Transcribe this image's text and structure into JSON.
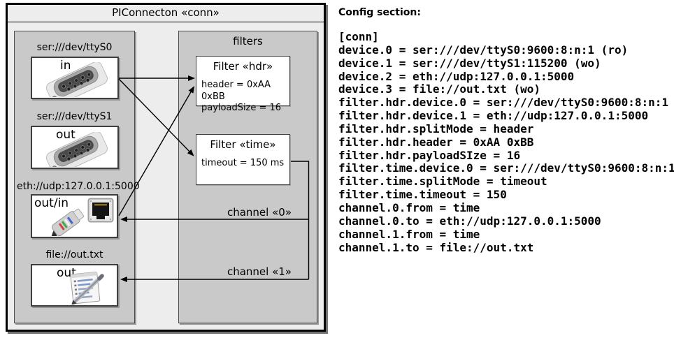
{
  "colors": {
    "outer_fill": "#ededed",
    "panel_fill": "#c9c9c9",
    "box_fill": "#ffffff",
    "border_dark": "#3f3f3f",
    "line_color": "#000000"
  },
  "diagram": {
    "title": "PIConnecton «conn»",
    "filters_panel_title": "filters",
    "devices": [
      {
        "label": "ser:///dev/ttyS0",
        "port": "in",
        "icon": "serial-connector"
      },
      {
        "label": "ser:///dev/ttyS1",
        "port": "out",
        "icon": "serial-connector"
      },
      {
        "label": "eth://udp:127.0.0.1:5000",
        "port": "out/in",
        "icon": "ethernet-port-and-cable"
      },
      {
        "label": "file://out.txt",
        "port": "out",
        "icon": "notepad-pen"
      }
    ],
    "filters": [
      {
        "title": "Filter «hdr»",
        "properties": [
          "header = 0xAA 0xBB",
          "payloadSize = 16"
        ]
      },
      {
        "title": "Filter «time»",
        "properties": [
          "timeout = 150 ms"
        ]
      }
    ],
    "channels": [
      {
        "label": "channel «0»"
      },
      {
        "label": "channel «1»"
      }
    ]
  },
  "config": {
    "heading": "Config section:",
    "lines": [
      "[conn]",
      "device.0 = ser:///dev/ttyS0:9600:8:n:1 (ro)",
      "device.1 = ser:///dev/ttyS1:115200 (wo)",
      "device.2 = eth://udp:127.0.0.1:5000",
      "device.3 = file://out.txt (wo)",
      "filter.hdr.device.0 = ser:///dev/ttyS0:9600:8:n:1",
      "filter.hdr.device.1 = eth://udp:127.0.0.1:5000",
      "filter.hdr.splitMode = header",
      "filter.hdr.header = 0xAA 0xBB",
      "filter.hdr.payloadSIze = 16",
      "filter.time.device.0 = ser:///dev/ttyS0:9600:8:n:1",
      "filter.time.splitMode = timeout",
      "filter.time.timeout = 150",
      "channel.0.from = time",
      "channel.0.to = eth://udp:127.0.0.1:5000",
      "channel.1.from = time",
      "channel.1.to = file://out.txt"
    ]
  }
}
